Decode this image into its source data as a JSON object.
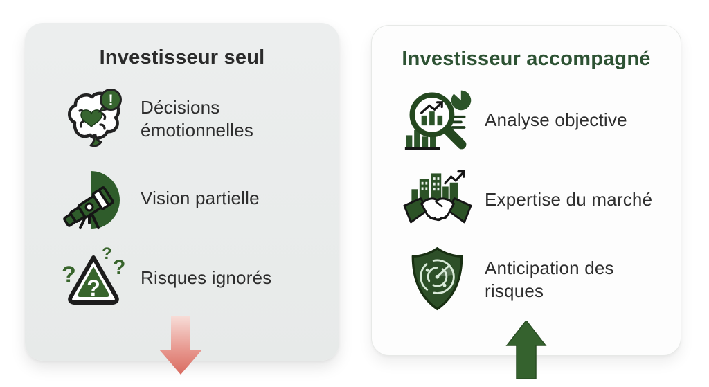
{
  "comparison": {
    "left": {
      "title": "Investisseur seul",
      "items": [
        {
          "icon": "emotional-brain-icon",
          "label": "Décisions émotionnelles"
        },
        {
          "icon": "telescope-icon",
          "label": "Vision partielle"
        },
        {
          "icon": "risk-triangle-icon",
          "label": "Risques ignorés"
        }
      ],
      "arrow": {
        "direction": "down"
      }
    },
    "right": {
      "title": "Investisseur accompagné",
      "items": [
        {
          "icon": "analysis-magnifier-icon",
          "label": "Analyse objective"
        },
        {
          "icon": "handshake-market-icon",
          "label": "Expertise du marché"
        },
        {
          "icon": "shield-radar-icon",
          "label": "Anticipation des risques"
        }
      ],
      "arrow": {
        "direction": "up"
      }
    },
    "colors": {
      "icon_green": "#2e5a2a",
      "title_green": "#2d5233",
      "title_dark": "#2b2b2b",
      "body_text": "#2e2e2e",
      "left_card_bg": "#e9eceb",
      "right_card_bg": "#fdfdfd",
      "arrow_red_top": "#f7dcd7",
      "arrow_red_bottom": "#d96b60",
      "arrow_green": "#35622e"
    }
  }
}
